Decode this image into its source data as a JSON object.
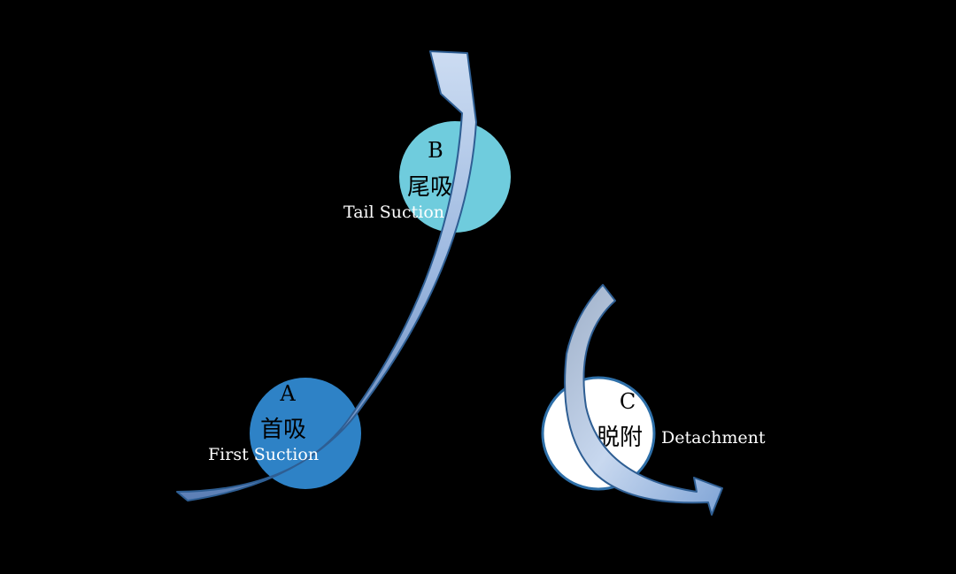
{
  "nodes": [
    {
      "id": "A",
      "letter": "A",
      "cjk": "首吸",
      "label": "First Suction",
      "fill": "#2E82C6",
      "label_color": "#FFFFFF"
    },
    {
      "id": "B",
      "letter": "B",
      "cjk": "尾吸",
      "label": "Tail Suction",
      "fill": "#6FCCDD",
      "label_color": "#FFFFFF"
    },
    {
      "id": "C",
      "letter": "C",
      "cjk": "脱附",
      "label": "Detachment",
      "fill": "#FFFFFF",
      "label_color": "#FFFFFF"
    }
  ],
  "arrows": [
    {
      "id": "arrow-a-to-b",
      "from": "A",
      "to": "B"
    },
    {
      "id": "arrow-through-c",
      "through": "C"
    }
  ],
  "colors": {
    "background": "#000000",
    "arrow_light": "#C9D9F0",
    "arrow_dark": "#5C7FB5",
    "arrow_stroke": "#2E5E93",
    "circle_stroke": "#2E6FA8"
  }
}
